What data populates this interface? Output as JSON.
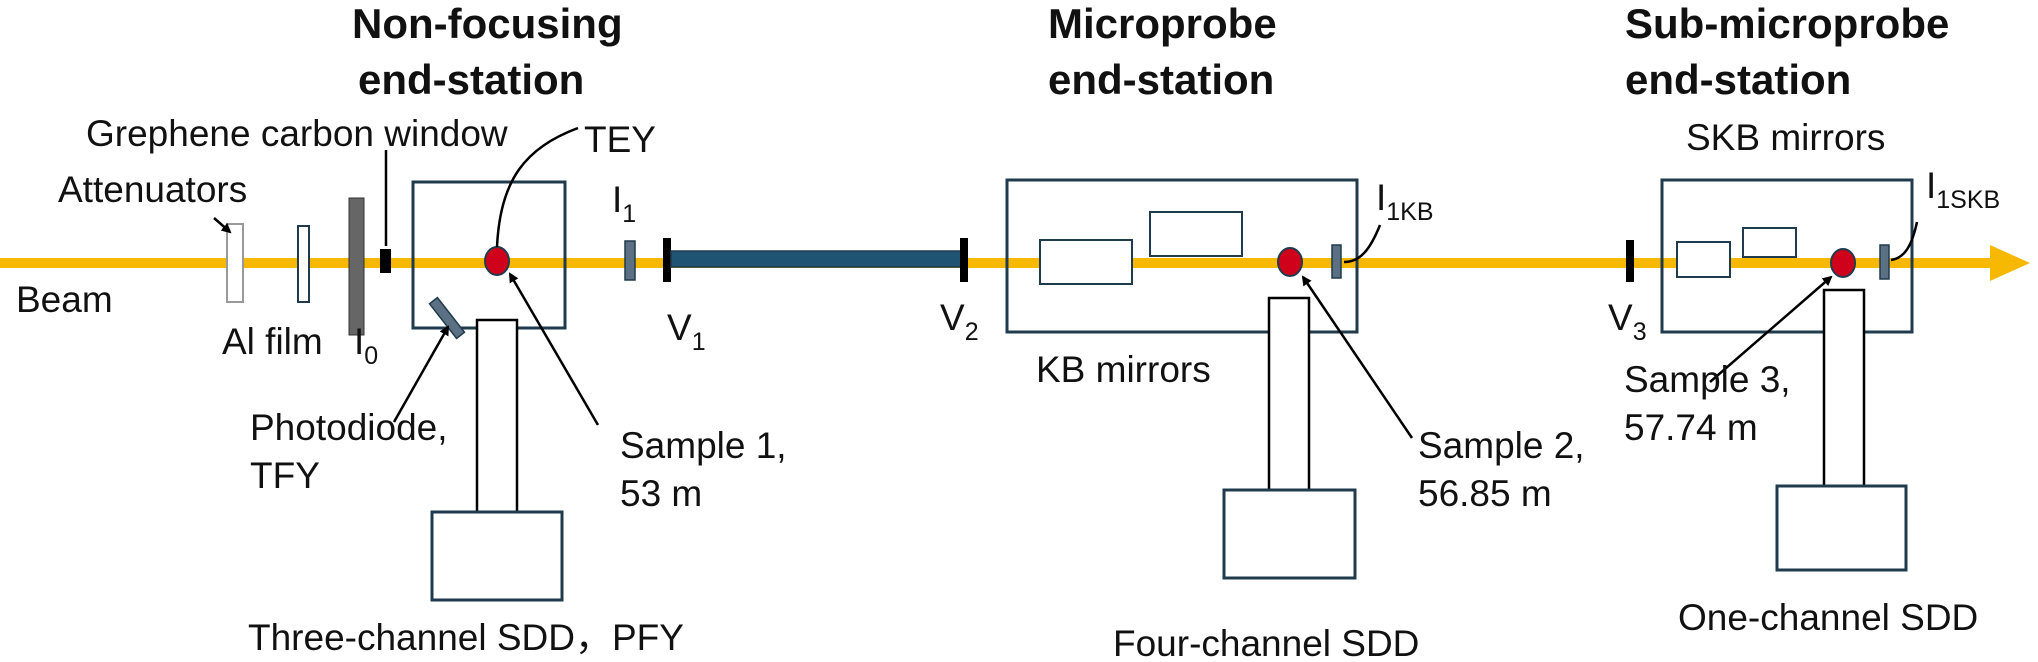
{
  "colors": {
    "beam": "#F6B800",
    "box": "#1F3B4D",
    "sample": "#D0021B",
    "detector": "#5B7183",
    "ink": "#000000"
  },
  "stations": {
    "non_focusing": {
      "line1": "Non-focusing",
      "line2": "end-station"
    },
    "microprobe": {
      "line1": "Microprobe",
      "line2": "end-station"
    },
    "sub_microprobe": {
      "line1": "Sub-microprobe",
      "line2": "end-station"
    }
  },
  "labels": {
    "beam": "Beam",
    "attenuators": "Attenuators",
    "graphene_window": "Grephene carbon window",
    "tey": "TEY",
    "al_film": "Al film",
    "i0_main": "I",
    "i0_sub": "0",
    "i1_main": "I",
    "i1_sub": "1",
    "v1_main": "V",
    "v1_sub": "1",
    "v2_main": "V",
    "v2_sub": "2",
    "v3_main": "V",
    "v3_sub": "3",
    "i1kb_main": "I",
    "i1kb_sub": "1KB",
    "i1skb_main": "I",
    "i1skb_sub": "1SKB",
    "photodiode": "Photodiode,",
    "tfy": "TFY",
    "sample1_name": "Sample 1,",
    "sample1_pos": "53 m",
    "kb_mirrors": "KB mirrors",
    "sample2_name": "Sample 2,",
    "sample2_pos": "56.85 m",
    "skb_mirrors": "SKB mirrors",
    "sample3_name": "Sample 3,",
    "sample3_pos": "57.74 m",
    "sdd_three": "Three-channel SDD，PFY",
    "sdd_four": "Four-channel SDD",
    "sdd_one": "One-channel SDD"
  }
}
